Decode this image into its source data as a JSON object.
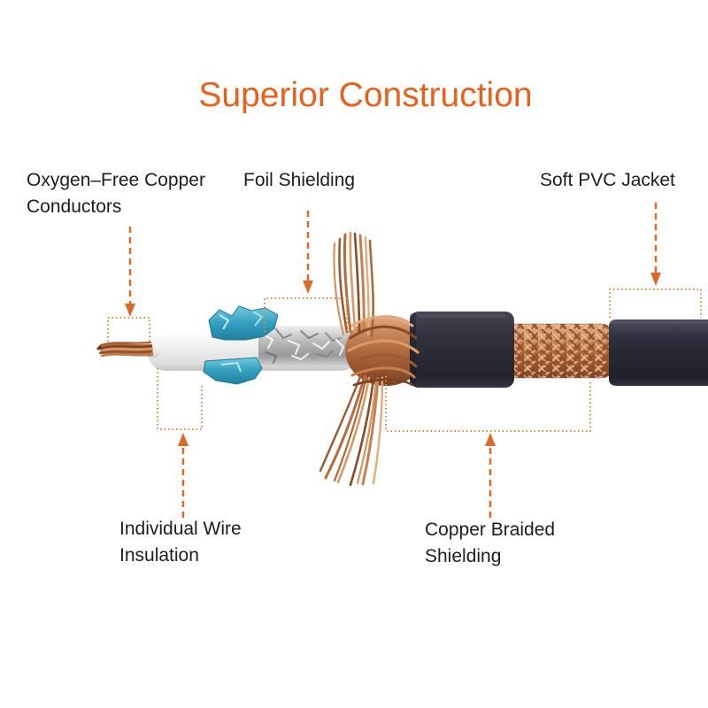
{
  "title": "Superior Construction",
  "labels": {
    "conductors_line1": "Oxygen–Free Copper",
    "conductors_line2": "Conductors",
    "foil": "Foil Shielding",
    "pvc_jacket": "Soft PVC Jacket",
    "insulation_line1": "Individual Wire",
    "insulation_line2": "Insulation",
    "braid_line1": "Copper Braided",
    "braid_line2": "Shielding"
  },
  "colors": {
    "title_orange": "#e8611c",
    "callout_arrow_orange": "#d96a28",
    "callout_box_orange": "#e08a38",
    "label_text": "#1d1d1d",
    "copper": "#b06a3c",
    "copper_light": "#d89a68",
    "copper_dark": "#7c4121",
    "blue_tape_teal": "#2e9dbd",
    "foil_silver": "#b8b8b8",
    "insulation_white": "#ececec",
    "pvc_jacket_dark": "#2c2c37"
  }
}
